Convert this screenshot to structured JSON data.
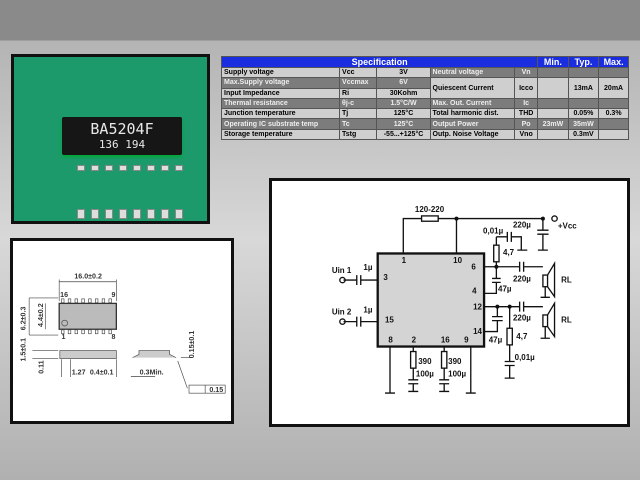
{
  "photo": {
    "marking_line1": "BA5204F",
    "marking_line2": "136 194",
    "background_color": "#1c9a6c"
  },
  "spec": {
    "title": "Specification",
    "headers": [
      "Min.",
      "Typ.",
      "Max."
    ],
    "left_rows": [
      {
        "param": "Supply voltage",
        "sym": "Vcc",
        "value": "3V"
      },
      {
        "param": "Max.Supply voltage",
        "sym": "Vccmax",
        "value": "6V"
      },
      {
        "param": "Input Impedance",
        "sym": "Ri",
        "value": "30Kohm"
      },
      {
        "param": "Thermal resistance",
        "sym": "θj-c",
        "value": "1.5°C/W"
      },
      {
        "param": "Junction temperature",
        "sym": "Tj",
        "value": "125°C"
      },
      {
        "param": "Operating IC substrate temp",
        "sym": "Tc",
        "value": "125°C"
      },
      {
        "param": "Storage temperature",
        "sym": "Tstg",
        "value": "-55...+125°C"
      }
    ],
    "right_rows": [
      {
        "param": "Neutral voltage",
        "sym": "Vn",
        "min": "",
        "typ": "",
        "max": ""
      },
      {
        "param": "Quiescent Current",
        "sym": "Icco",
        "min": "",
        "typ": "13mA",
        "max": "20mA"
      },
      {
        "param": "Max. Out. Current",
        "sym": "Ic",
        "min": "",
        "typ": "",
        "max": ""
      },
      {
        "param": "Total harmonic dist.",
        "sym": "THD",
        "min": "",
        "typ": "0.05%",
        "max": "0.3%"
      },
      {
        "param": "Output Power",
        "sym": "Po",
        "min": "23mW",
        "typ": "35mW",
        "max": ""
      },
      {
        "param": "Outp. Noise Voltage",
        "sym": "Vno",
        "min": "",
        "typ": "0.3mV",
        "max": ""
      }
    ],
    "header_color": "#1a2ee0"
  },
  "package": {
    "length": "16.0±0.2",
    "pin16": "16",
    "pin9": "9",
    "pin1": "1",
    "pin8": "8",
    "width_total": "6.2±0.3",
    "width_body": "4.4±0.2",
    "height": "1.5±0.1",
    "standoff": "0.11",
    "pitch": "1.27",
    "lead_width": "0.4±0.1",
    "lead_len": "0.3Min.",
    "lead_thick": "0.15±0.1",
    "coplanarity": "0.15"
  },
  "schematic": {
    "r_feedback": "120-220",
    "vcc": "+Vcc",
    "c_vcc": "220µ",
    "c_zobel1": "0,01µ",
    "r_zobel1": "4,7",
    "c_out1": "220µ",
    "c_boot1": "47µ",
    "c_out2": "220µ",
    "c_boot2": "47µ",
    "r_zobel2": "4,7",
    "c_zobel2": "0,01µ",
    "uin1": "Uin 1",
    "uin2": "Uin 2",
    "c_in1": "1µ",
    "c_in2": "1µ",
    "rl1": "RL",
    "rl2": "RL",
    "r2": "390",
    "r16": "390",
    "c2": "100µ",
    "c16": "100µ",
    "pins": [
      "1",
      "10",
      "6",
      "3",
      "4",
      "12",
      "15",
      "14",
      "8",
      "2",
      "16",
      "9"
    ]
  }
}
